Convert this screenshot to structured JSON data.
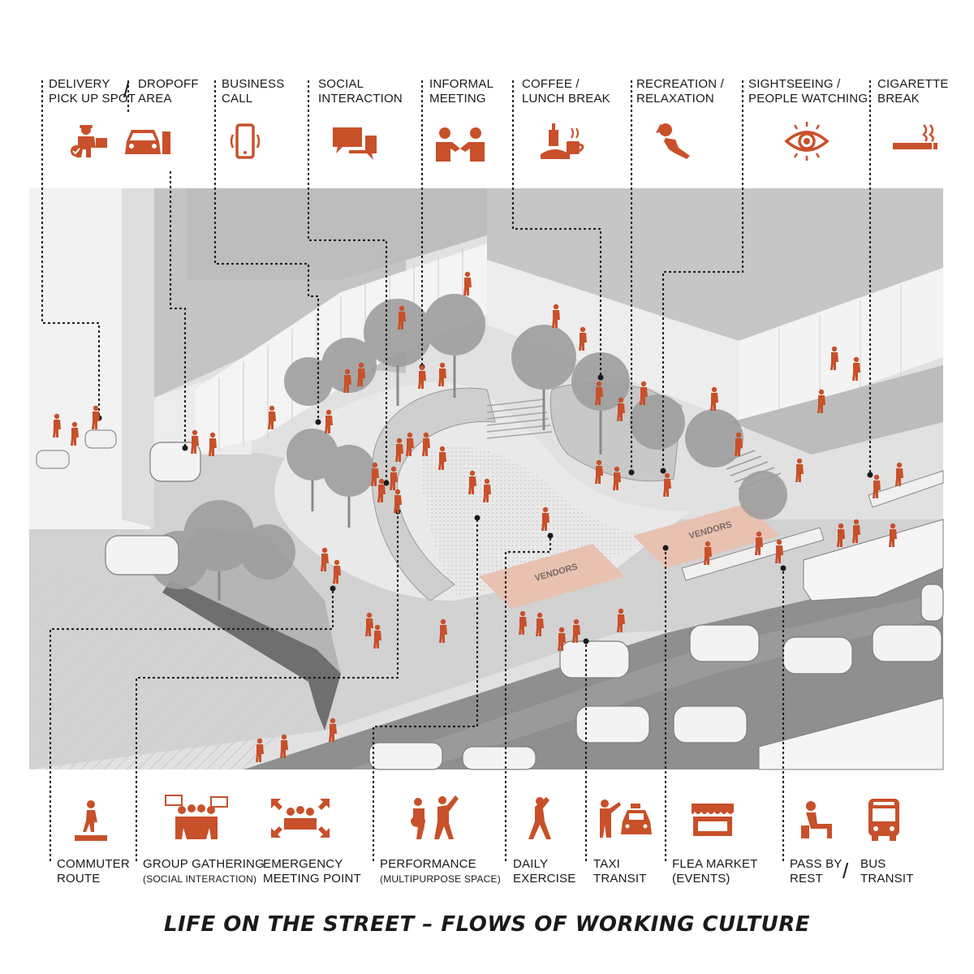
{
  "title": "LIFE ON THE STREET – FLOWS OF WORKING CULTURE",
  "colors": {
    "accent": "#c8502a",
    "building": "#c9c9c9",
    "ground": "#dcdcdc",
    "road": "#8c8c8c",
    "vendor": "#e6bfae"
  },
  "top_labels": [
    {
      "line1": "DELIVERY",
      "line2": "PICK UP SPOT",
      "icon": "delivery-person-icon"
    },
    {
      "line1": "DROPOFF",
      "line2": "AREA",
      "icon": "car-dropoff-icon"
    },
    {
      "line1": "BUSINESS",
      "line2": "CALL",
      "icon": "phone-icon"
    },
    {
      "line1": "SOCIAL",
      "line2": "INTERACTION",
      "icon": "chat-bubbles-icon"
    },
    {
      "line1": "INFORMAL",
      "line2": "MEETING",
      "icon": "handshake-icon"
    },
    {
      "line1": "COFFEE /",
      "line2": "LUNCH BREAK",
      "icon": "coffee-icon"
    },
    {
      "line1": "RECREATION /",
      "line2": "RELAXATION",
      "icon": "relax-person-icon"
    },
    {
      "line1": "SIGHTSEEING /",
      "line2": "PEOPLE WATCHING",
      "icon": "eye-icon"
    },
    {
      "line1": "CIGARETTE",
      "line2": "BREAK",
      "icon": "cigarette-icon"
    }
  ],
  "bottom_labels": [
    {
      "line1": "COMMUTER",
      "line2": "ROUTE",
      "icon": "walking-person-icon"
    },
    {
      "line1": "GROUP GATHERING",
      "line2": "(SOCIAL INTERACTION)",
      "icon": "group-icon"
    },
    {
      "line1": "EMERGENCY",
      "line2": "MEETING POINT",
      "icon": "meeting-point-icon"
    },
    {
      "line1": "PERFORMANCE",
      "line2": "(MULTIPURPOSE SPACE)",
      "icon": "performance-icon"
    },
    {
      "line1": "DAILY",
      "line2": "EXERCISE",
      "icon": "exercise-icon"
    },
    {
      "line1": "TAXI",
      "line2": "TRANSIT",
      "icon": "taxi-icon"
    },
    {
      "line1": "FLEA MARKET",
      "line2": "(EVENTS)",
      "icon": "market-stall-icon"
    },
    {
      "line1": "PASS BY",
      "line2": "REST",
      "icon": "sitting-person-icon"
    },
    {
      "line1": "BUS",
      "line2": "TRANSIT",
      "icon": "bus-icon"
    }
  ],
  "slash": "/",
  "scene": {
    "vendors_label_1": "VENDORS",
    "vendors_label_2": "VENDORS"
  }
}
